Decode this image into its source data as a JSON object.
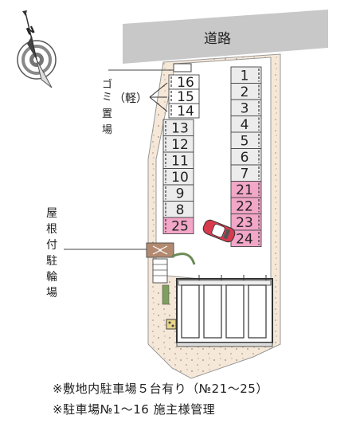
{
  "road_label": "道路",
  "compass_north": "N",
  "garbage_label": "ゴミ置場",
  "garbage_note": "（軽）",
  "bike_parking_label": "屋根付駐輪場",
  "left_column_spaces": [
    {
      "number": "16",
      "type": "light"
    },
    {
      "number": "15",
      "type": "light"
    },
    {
      "number": "14",
      "type": "light"
    },
    {
      "number": "13",
      "type": "standard"
    },
    {
      "number": "12",
      "type": "standard"
    },
    {
      "number": "11",
      "type": "standard"
    },
    {
      "number": "10",
      "type": "standard"
    },
    {
      "number": "9",
      "type": "standard"
    },
    {
      "number": "8",
      "type": "standard"
    },
    {
      "number": "25",
      "type": "onsite"
    }
  ],
  "right_column_spaces": [
    {
      "number": "1",
      "type": "standard"
    },
    {
      "number": "2",
      "type": "standard"
    },
    {
      "number": "3",
      "type": "standard"
    },
    {
      "number": "4",
      "type": "standard"
    },
    {
      "number": "5",
      "type": "standard"
    },
    {
      "number": "6",
      "type": "standard"
    },
    {
      "number": "7",
      "type": "standard"
    },
    {
      "number": "21",
      "type": "onsite"
    },
    {
      "number": "22",
      "type": "onsite"
    },
    {
      "number": "23",
      "type": "onsite"
    },
    {
      "number": "24",
      "type": "onsite"
    }
  ],
  "notes": [
    "※敷地内駐車場５台有り（№21～25）",
    "※駐車場№1～16 施主様管理"
  ],
  "colors": {
    "road": "#c8c8c8",
    "lawn": "#f6e8d8",
    "space_standard": "#ececec",
    "space_onsite": "#f2a6c8",
    "bike_roof": "#b38a70",
    "car": "#d83a4e"
  }
}
